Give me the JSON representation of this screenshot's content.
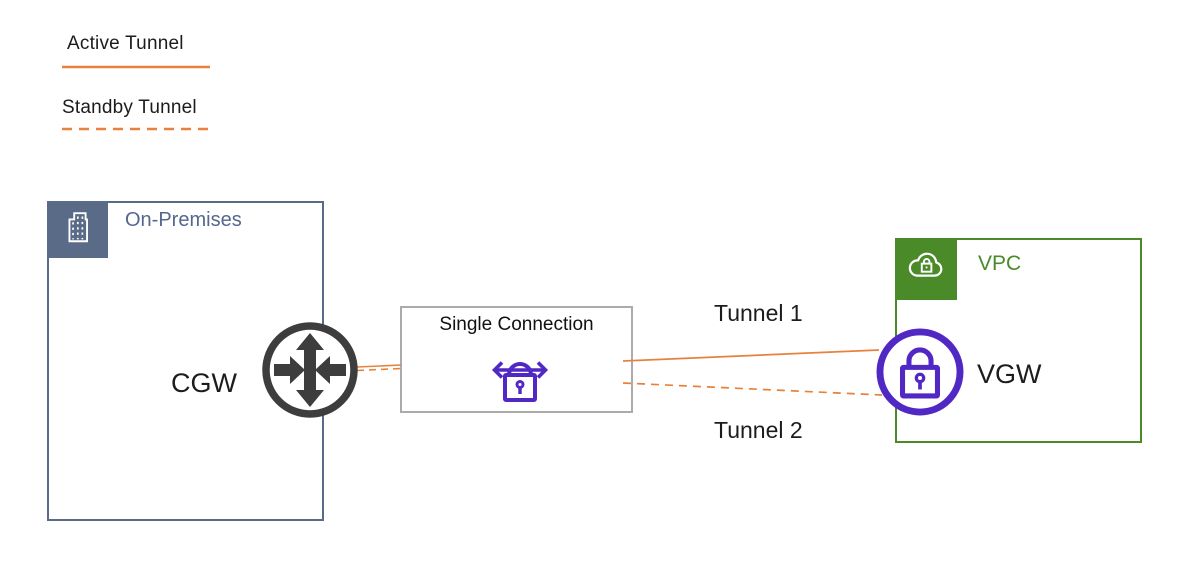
{
  "legend": {
    "active_label": "Active Tunnel",
    "standby_label": "Standby Tunnel"
  },
  "on_premises": {
    "title": "On-Premises",
    "gateway_label": "CGW",
    "icon": "building-icon"
  },
  "connection": {
    "title": "Single Connection",
    "icon": "site-to-site-vpn-lock-icon"
  },
  "vpc": {
    "title": "VPC",
    "gateway_label": "VGW",
    "header_icon": "cloud-lock-icon",
    "gateway_icon": "lock-icon"
  },
  "tunnels": [
    {
      "label": "Tunnel 1",
      "state": "active",
      "line_style": "solid"
    },
    {
      "label": "Tunnel 2",
      "state": "standby",
      "line_style": "dashed"
    }
  ],
  "colors": {
    "tunnel_orange": "#E7823E",
    "on_premises_slate": "#5A6B87",
    "on_premises_text": "#54678F",
    "vpc_green": "#4B8A28",
    "vpn_purple": "#5128C4",
    "router_gray": "#3D3D3D",
    "connection_box_border": "#ABABAB"
  }
}
